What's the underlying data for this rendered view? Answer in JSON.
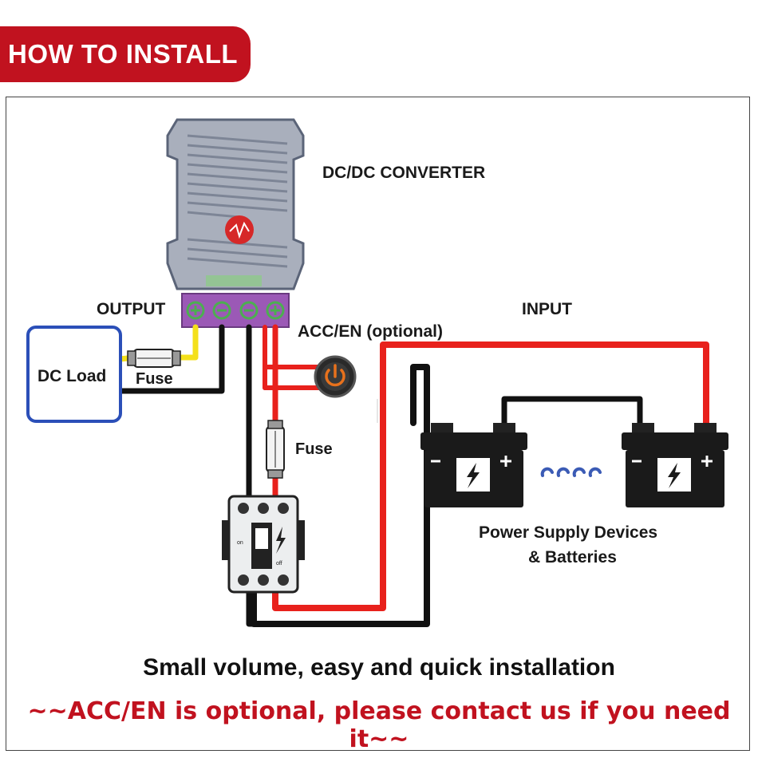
{
  "banner": {
    "title": "HOW TO INSTALL"
  },
  "labels": {
    "converter": "DC/DC CONVERTER",
    "output": "OUTPUT",
    "input": "INPUT",
    "acc_en": "ACC/EN (optional)",
    "dc_load": "DC Load",
    "fuse_left": "Fuse",
    "fuse_center": "Fuse",
    "power_supply_line1": "Power Supply Devices",
    "power_supply_line2": "& Batteries",
    "breaker_on": "on",
    "breaker_off": "off"
  },
  "caption": "Small volume, easy and quick installation",
  "note": "~~ACC/EN is optional, please contact us if you need it~~",
  "colors": {
    "banner": "#c1121f",
    "wire_red": "#e8211c",
    "wire_black": "#111111",
    "wire_yellow": "#f4e01a",
    "terminal_block": "#9b59b6",
    "load_border": "#2b4fb8",
    "switch_orange": "#e8711c",
    "converter_body": "#a9afbc"
  },
  "icons": [
    "power-button-icon",
    "lightning-icon",
    "plus-icon",
    "minus-icon"
  ]
}
